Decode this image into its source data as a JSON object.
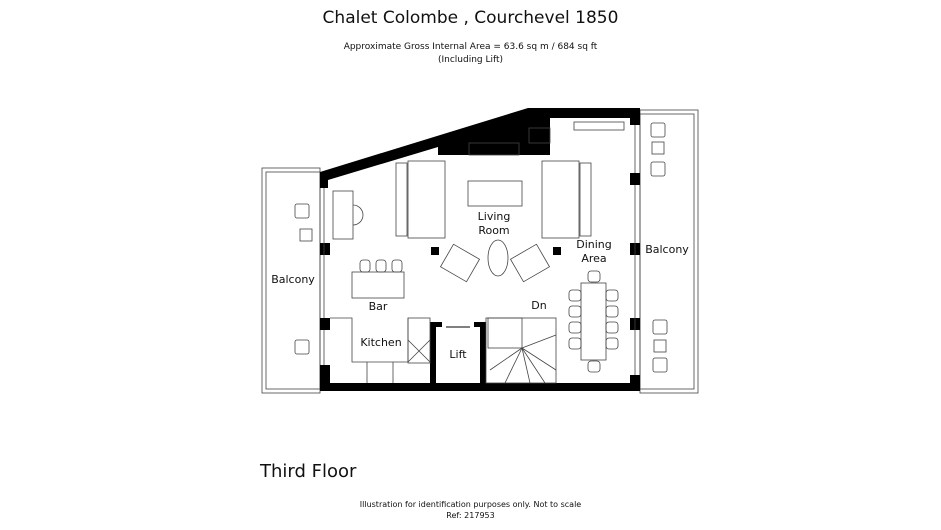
{
  "title": "Chalet Colombe , Courchevel 1850",
  "area": "Approximate Gross Internal Area = 63.6 sq m / 684 sq ft",
  "including": "(Including Lift)",
  "floor_name": "Third Floor",
  "disclaimer": "Illustration for identification purposes only. Not to scale",
  "ref": "Ref: 217953",
  "rooms": {
    "living_1": "Living",
    "living_2": "Room",
    "dining_1": "Dining",
    "dining_2": "Area",
    "balcony_left": "Balcony",
    "balcony_right": "Balcony",
    "bar": "Bar",
    "dn": "Dn",
    "kitchen": "Kitchen",
    "lift": "Lift"
  }
}
